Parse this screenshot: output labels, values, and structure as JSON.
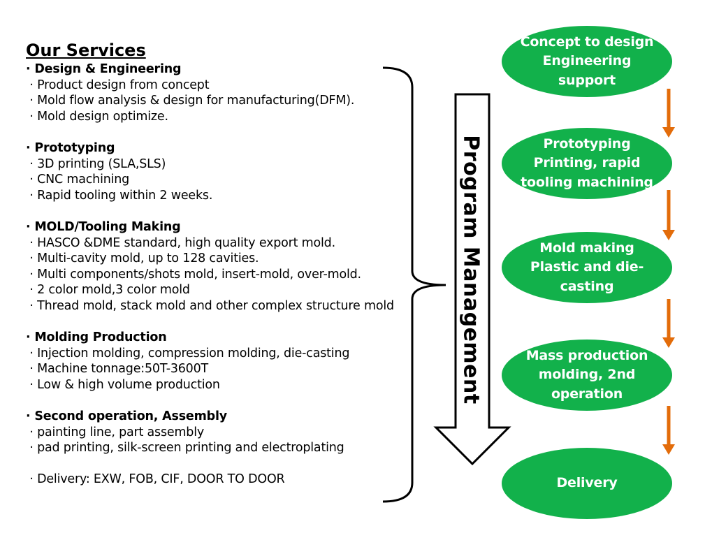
{
  "services": {
    "title": "Our Services",
    "sections": [
      {
        "heading": "Design & Engineering",
        "items": [
          "Product design from concept",
          "Mold flow analysis & design for manufacturing(DFM).",
          "Mold design optimize."
        ]
      },
      {
        "heading": "Prototyping",
        "items": [
          "3D printing (SLA,SLS)",
          "CNC machining",
          "Rapid tooling within 2 weeks."
        ]
      },
      {
        "heading": "MOLD/Tooling Making",
        "items": [
          "HASCO &DME standard, high quality export mold.",
          "Multi-cavity mold, up to 128 cavities.",
          "Multi components/shots mold, insert-mold, over-mold.",
          "2 color mold,3 color mold",
          "Thread mold, stack mold and other complex structure mold"
        ]
      },
      {
        "heading": "Molding Production",
        "items": [
          "Injection molding, compression molding, die-casting",
          "Machine tonnage:50T-3600T",
          "Low & high volume production"
        ]
      },
      {
        "heading": "Second operation, Assembly",
        "items": [
          "painting line, part  assembly",
          "pad printing, silk-screen printing and electroplating"
        ]
      },
      {
        "heading": "",
        "items": [
          "Delivery: EXW, FOB, CIF, DOOR TO DOOR"
        ]
      }
    ]
  },
  "program_arrow": {
    "label": "Program Management"
  },
  "flow": {
    "colors": {
      "node_fill": "#12b14b",
      "arrow": "#e36c0a",
      "node_text": "#ffffff"
    },
    "nodes": [
      {
        "lines": [
          "Concept to design",
          "Engineering",
          "support"
        ]
      },
      {
        "lines": [
          "Prototyping",
          "Printing, rapid",
          "tooling machining"
        ]
      },
      {
        "lines": [
          "Mold making",
          "Plastic and die-",
          "casting"
        ]
      },
      {
        "lines": [
          "Mass production",
          "molding, 2nd",
          "operation"
        ]
      },
      {
        "lines": [
          "Delivery"
        ]
      }
    ]
  }
}
